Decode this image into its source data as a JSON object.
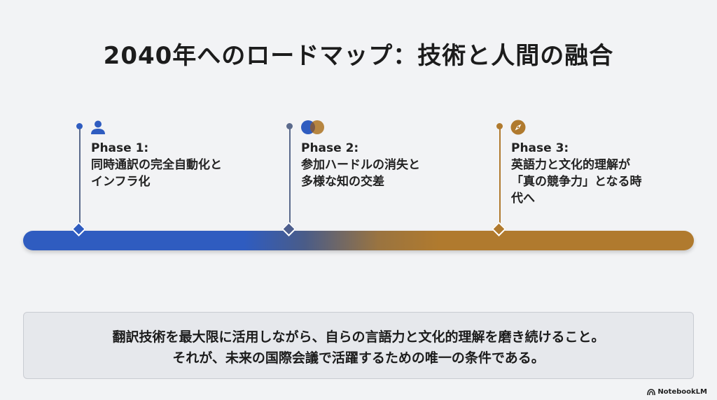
{
  "title": "2040年へのロードマップ：技術と人間の融合",
  "colors": {
    "blue": "#2f5cc0",
    "slate": "#5b6a8c",
    "gold": "#b07a2e"
  },
  "phases": [
    {
      "label": "Phase 1:",
      "description": "同時通訳の完全自動化と\nインフラ化",
      "icon": "person-icon"
    },
    {
      "label": "Phase 2:",
      "description": "参加ハードルの消失と\n多様な知の交差",
      "icon": "overlapping-circles-icon"
    },
    {
      "label": "Phase 3:",
      "description": "英語力と文化的理解が\n「真の競争力」となる時\n代へ",
      "icon": "compass-icon"
    }
  ],
  "message": {
    "line1": "翻訳技術を最大限に活用しながら、自らの言語力と文化的理解を磨き続けること。",
    "line2": "それが、未来の国際会議で活躍するための唯一の条件である。"
  },
  "footer": "NotebookLM"
}
